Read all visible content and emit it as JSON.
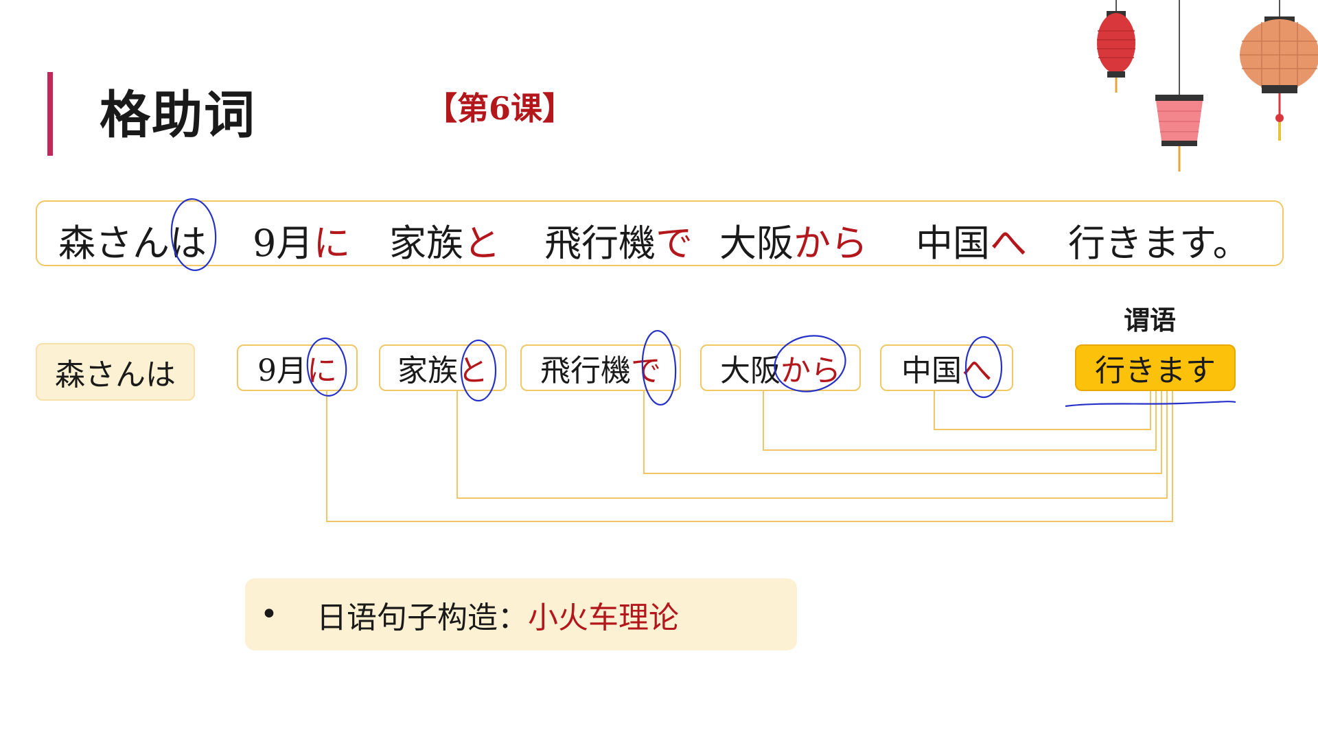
{
  "slide": {
    "title": "格助词",
    "lesson": "【第6课】"
  },
  "sentence": {
    "s1_word": "森さん",
    "s1_particle": "は",
    "s2_word": "9月",
    "s2_particle": "に",
    "s3_word": "家族",
    "s3_particle": "と",
    "s4_word": "飛行機",
    "s4_particle": "で",
    "s5_word": "大阪",
    "s5_particle": "から",
    "s6_word": "中国",
    "s6_particle": "へ",
    "s7_word": "行きます。"
  },
  "diagram": {
    "predicate_label": "谓语",
    "subject": "森さんは",
    "c1_word": "9月",
    "c1_particle": "に",
    "c2_word": "家族",
    "c2_particle": "と",
    "c3_word": "飛行機",
    "c3_particle": "で",
    "c4_word": "大阪",
    "c4_particle": "から",
    "c5_word": "中国",
    "c5_particle": "へ",
    "predicate": "行きます"
  },
  "note": {
    "bullet": "•",
    "prefix": "日语句子构造：",
    "highlight": "小火车理论"
  },
  "colors": {
    "particle_red": "#b3171b",
    "box_border": "#f0c764",
    "predicate_fill": "#fcc10b",
    "title_accent": "#c2275a",
    "pen_blue": "#2430c8"
  }
}
